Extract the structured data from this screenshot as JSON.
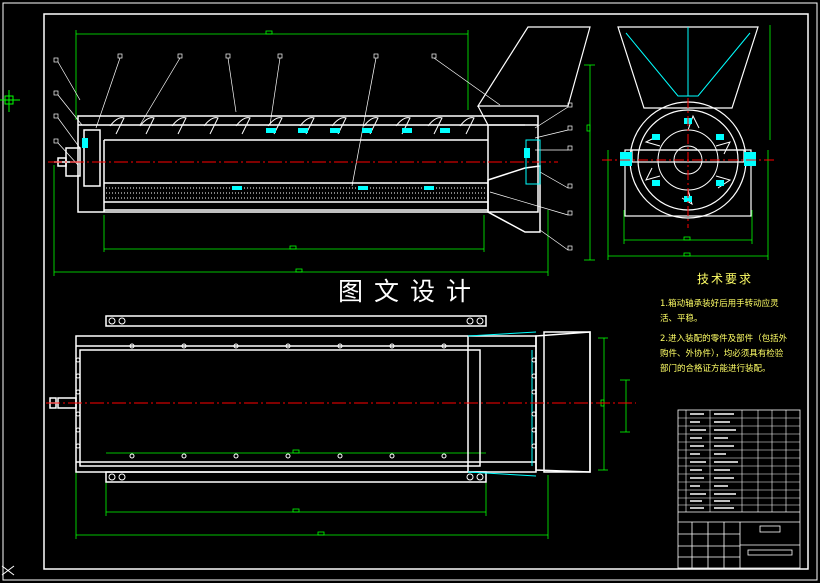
{
  "drawing": {
    "title": "图文设计",
    "colors": {
      "background": "#000000",
      "outline": "#ffffff",
      "dimension": "#00ff00",
      "centerline": "#ff0000",
      "part": "#00ffff",
      "note_text": "#ffff66"
    }
  },
  "tech_requirements": {
    "heading": "技术要求",
    "items": [
      "1.箱动轴承装好后用手转动应灵活、平稳。",
      "2.进入装配的零件及部件（包括外购件、外协件），均必须具有检验部门的合格证方能进行装配。"
    ]
  }
}
